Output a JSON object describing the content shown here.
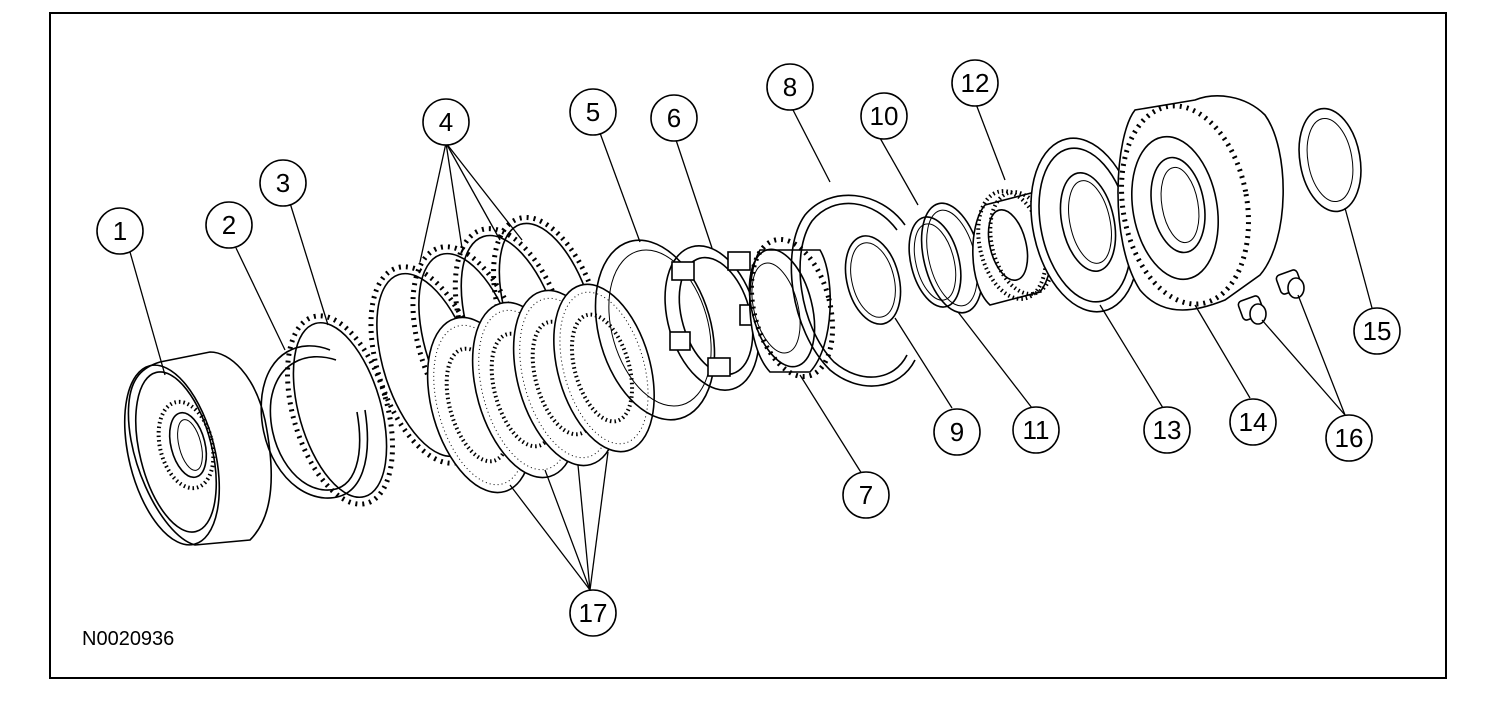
{
  "diagram": {
    "figure_code": "N0020936",
    "callouts": [
      "1",
      "2",
      "3",
      "4",
      "5",
      "6",
      "7",
      "8",
      "9",
      "10",
      "11",
      "12",
      "13",
      "14",
      "15",
      "16",
      "17"
    ]
  }
}
